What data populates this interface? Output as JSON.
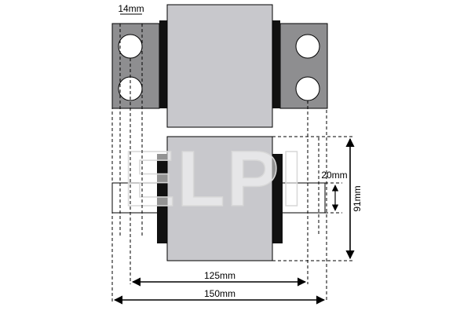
{
  "watermark": "ELPI",
  "dimensions": {
    "hole_spacing": "14mm",
    "shaft_height": "20mm",
    "total_height": "91mm",
    "hole_centres": "125mm",
    "overall_length": "150mm"
  },
  "colors": {
    "body": "#c8c8cc",
    "plate": "#8e8e90",
    "rubber": "#111111",
    "shaft": "#ffffff",
    "line": "#000000"
  }
}
